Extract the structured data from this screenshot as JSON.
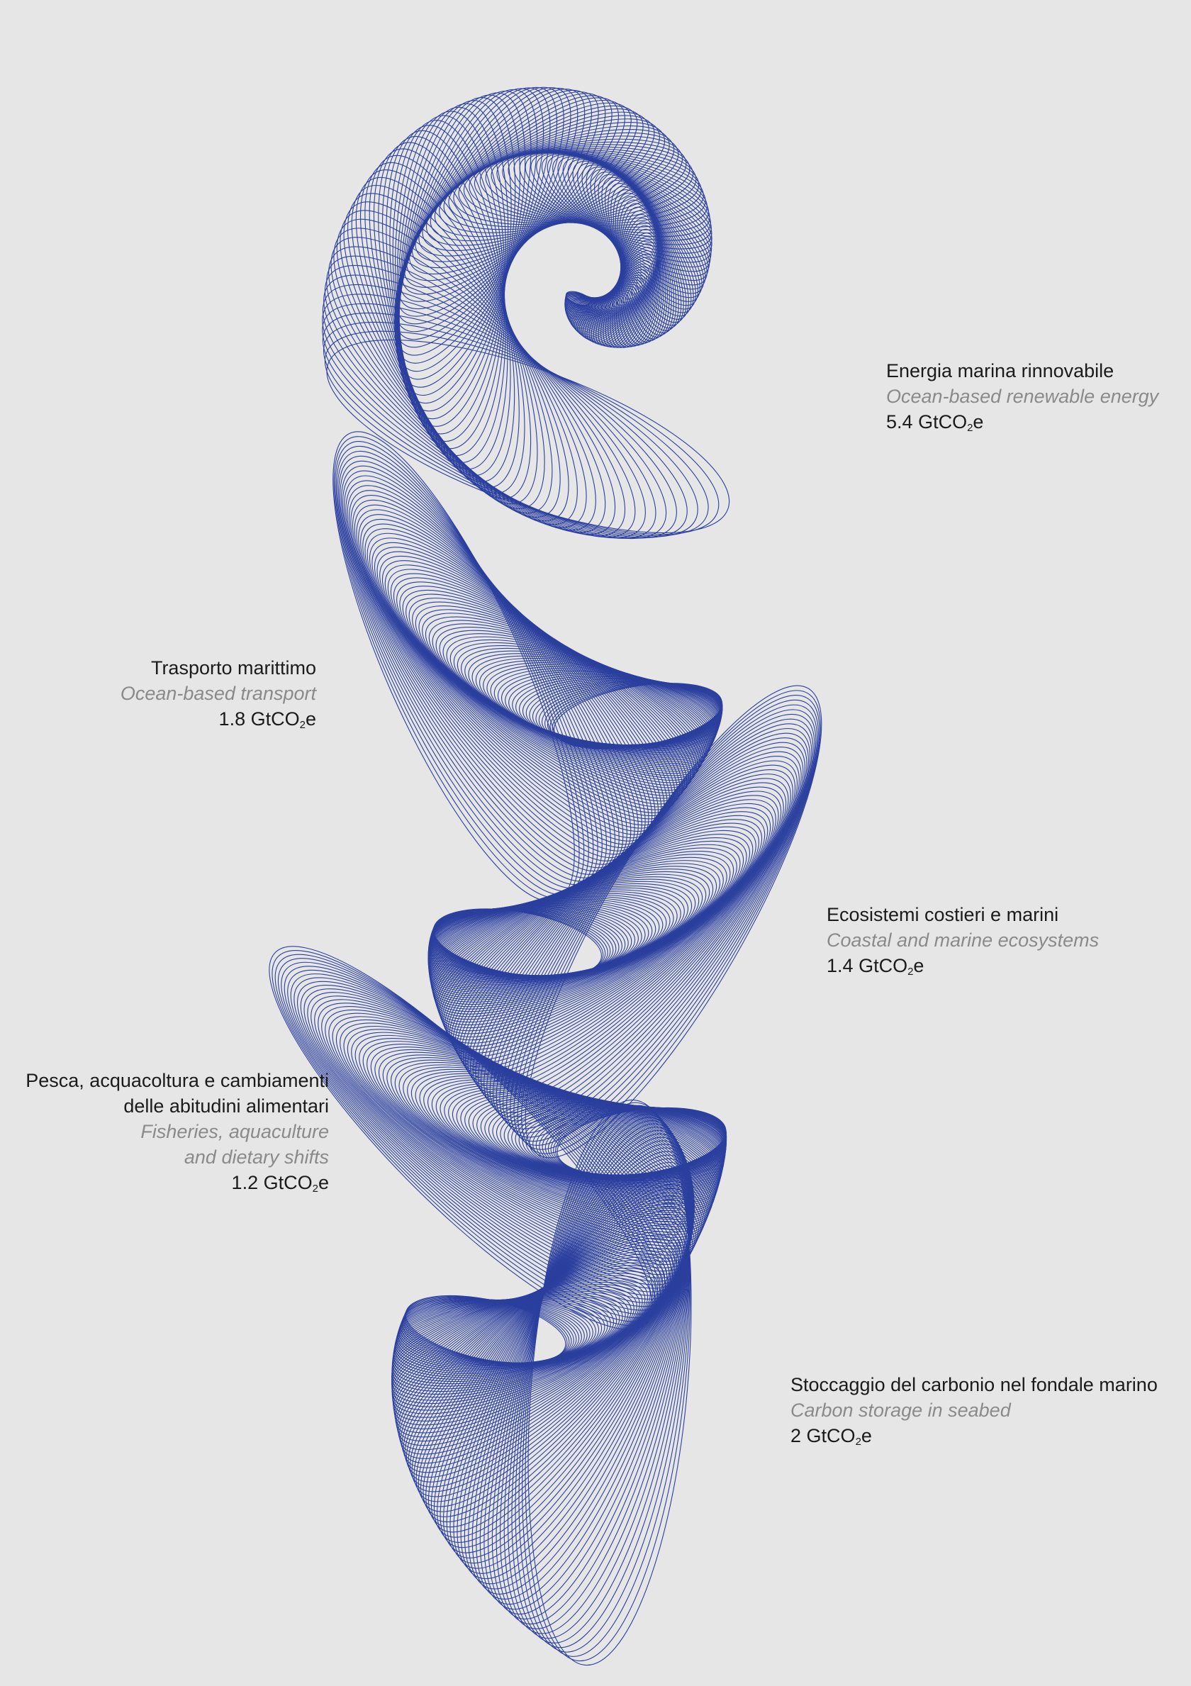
{
  "chart_data": {
    "type": "other",
    "unit": {
      "prefix": "GtCO",
      "sub": "2",
      "suffix": "e"
    },
    "series": [
      {
        "label_it": "Energia marina rinnovabile",
        "label_en": [
          "Ocean-based renewable energy"
        ],
        "value": 5.4
      },
      {
        "label_it": "Trasporto marittimo",
        "label_en": [
          "Ocean-based transport"
        ],
        "value": 1.8
      },
      {
        "label_it": "Ecosistemi costieri e marini",
        "label_en": [
          "Coastal and marine ecosystems"
        ],
        "value": 1.4
      },
      {
        "label_it": "Pesca, acquacoltura e cambiamenti delle abitudini alimentari",
        "label_it_lines": [
          "Pesca, acquacoltura e cambiamenti",
          "delle abitudini alimentari"
        ],
        "label_en": [
          "Fisheries, aquaculture",
          "and dietary shifts"
        ],
        "value": 1.2
      },
      {
        "label_it": "Stoccaggio del carbonio nel fondale marino",
        "label_en": [
          "Carbon storage in seabed"
        ],
        "value": 2
      }
    ],
    "colors": {
      "line": "#2b3f9e",
      "background": "#e6e6e6",
      "label": "#1b1b1b",
      "label_en": "#8a8a8a",
      "hole": "#ffffff"
    }
  }
}
